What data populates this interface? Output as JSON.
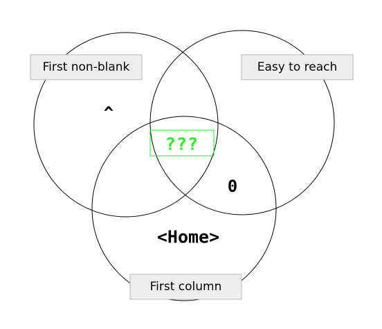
{
  "venn": {
    "sets": {
      "left": {
        "label": "First non-blank",
        "symbol": "^"
      },
      "right": {
        "label": "Easy to reach",
        "symbol": "0"
      },
      "bottom": {
        "label": "First column",
        "symbol": "<Home>"
      }
    },
    "intersection": {
      "label": "???",
      "color": "#22ee22"
    }
  }
}
